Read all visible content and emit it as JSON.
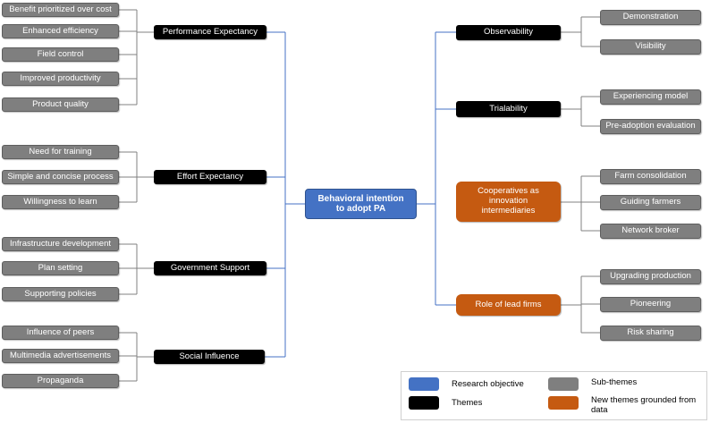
{
  "center": {
    "label": "Behavioral intention to adopt PA"
  },
  "left_themes": [
    {
      "label": "Performance Expectancy",
      "subs": [
        "Benefit prioritized over cost",
        "Enhanced efficiency",
        "Field control",
        "Improved productivity",
        "Product quality"
      ]
    },
    {
      "label": "Effort Expectancy",
      "subs": [
        "Need for training",
        "Simple and concise process",
        "Willingness to learn"
      ]
    },
    {
      "label": "Government Support",
      "subs": [
        "Infrastructure development",
        "Plan setting",
        "Supporting policies"
      ]
    },
    {
      "label": "Social Influence",
      "subs": [
        "Influence of peers",
        "Multimedia advertisements",
        "Propaganda"
      ]
    }
  ],
  "right_themes": [
    {
      "label": "Observability",
      "kind": "theme",
      "subs": [
        "Demonstration",
        "Visibility"
      ]
    },
    {
      "label": "Trialability",
      "kind": "theme",
      "subs": [
        "Experiencing model",
        "Pre-adoption evaluation"
      ]
    },
    {
      "label": "Cooperatives as innovation intermediaries",
      "kind": "new",
      "subs": [
        "Farm consolidation",
        "Guiding farmers",
        "Network broker"
      ]
    },
    {
      "label": "Role of lead firms",
      "kind": "new",
      "subs": [
        "Upgrading production",
        "Pioneering",
        "Risk sharing"
      ]
    }
  ],
  "legend": {
    "research_objective": "Research objective",
    "themes": "Themes",
    "sub_themes": "Sub-themes",
    "new_themes": "New themes grounded from data"
  },
  "colors": {
    "objective": "#4472c4",
    "theme": "#000000",
    "sub_theme": "#7f7f7f",
    "new_theme": "#c55a11",
    "connector_blue": "#4472c4",
    "connector_gray": "#808080"
  }
}
